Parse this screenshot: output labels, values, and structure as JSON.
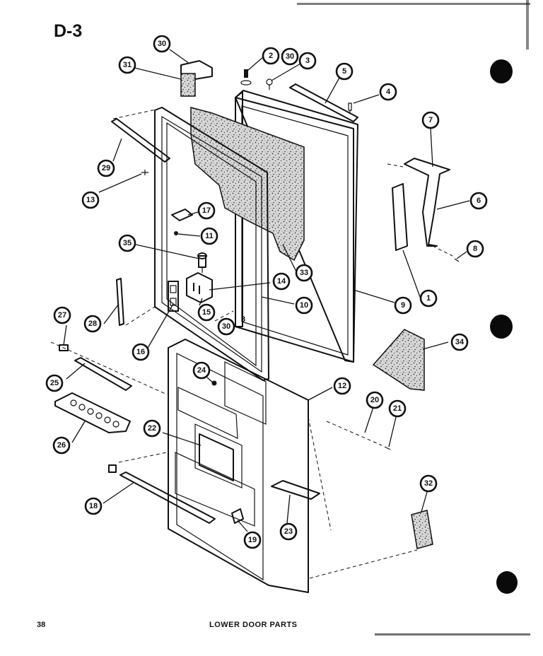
{
  "header": {
    "section_id": "D-3"
  },
  "footer": {
    "page_number": "38",
    "caption": "LOWER DOOR PARTS"
  },
  "callouts": [
    {
      "id": "c30a",
      "label": "30"
    },
    {
      "id": "c31",
      "label": "31"
    },
    {
      "id": "c2",
      "label": "2"
    },
    {
      "id": "c30b",
      "label": "30"
    },
    {
      "id": "c3",
      "label": "3"
    },
    {
      "id": "c5",
      "label": "5"
    },
    {
      "id": "c4",
      "label": "4"
    },
    {
      "id": "c7",
      "label": "7"
    },
    {
      "id": "c29a",
      "label": "29"
    },
    {
      "id": "c13",
      "label": "13"
    },
    {
      "id": "c6",
      "label": "6"
    },
    {
      "id": "c17",
      "label": "17"
    },
    {
      "id": "c11",
      "label": "11"
    },
    {
      "id": "c8a",
      "label": "8"
    },
    {
      "id": "c35",
      "label": "35"
    },
    {
      "id": "c33",
      "label": "33"
    },
    {
      "id": "c14",
      "label": "14"
    },
    {
      "id": "c9",
      "label": "9"
    },
    {
      "id": "c1",
      "label": "1"
    },
    {
      "id": "c10",
      "label": "10"
    },
    {
      "id": "c28",
      "label": "28"
    },
    {
      "id": "c15",
      "label": "15"
    },
    {
      "id": "c36",
      "label": "30"
    },
    {
      "id": "c27",
      "label": "27"
    },
    {
      "id": "c16",
      "label": "16"
    },
    {
      "id": "c34",
      "label": "34"
    },
    {
      "id": "c24",
      "label": "24"
    },
    {
      "id": "c12",
      "label": "12"
    },
    {
      "id": "c25",
      "label": "25"
    },
    {
      "id": "c20",
      "label": "20"
    },
    {
      "id": "c21",
      "label": "21"
    },
    {
      "id": "c26",
      "label": "26"
    },
    {
      "id": "c22",
      "label": "22"
    },
    {
      "id": "c32",
      "label": "32"
    },
    {
      "id": "c18",
      "label": "18"
    },
    {
      "id": "c23",
      "label": "23"
    },
    {
      "id": "c19",
      "label": "19"
    }
  ],
  "inline_labels": [
    {
      "id": "t8",
      "label": "8"
    }
  ]
}
